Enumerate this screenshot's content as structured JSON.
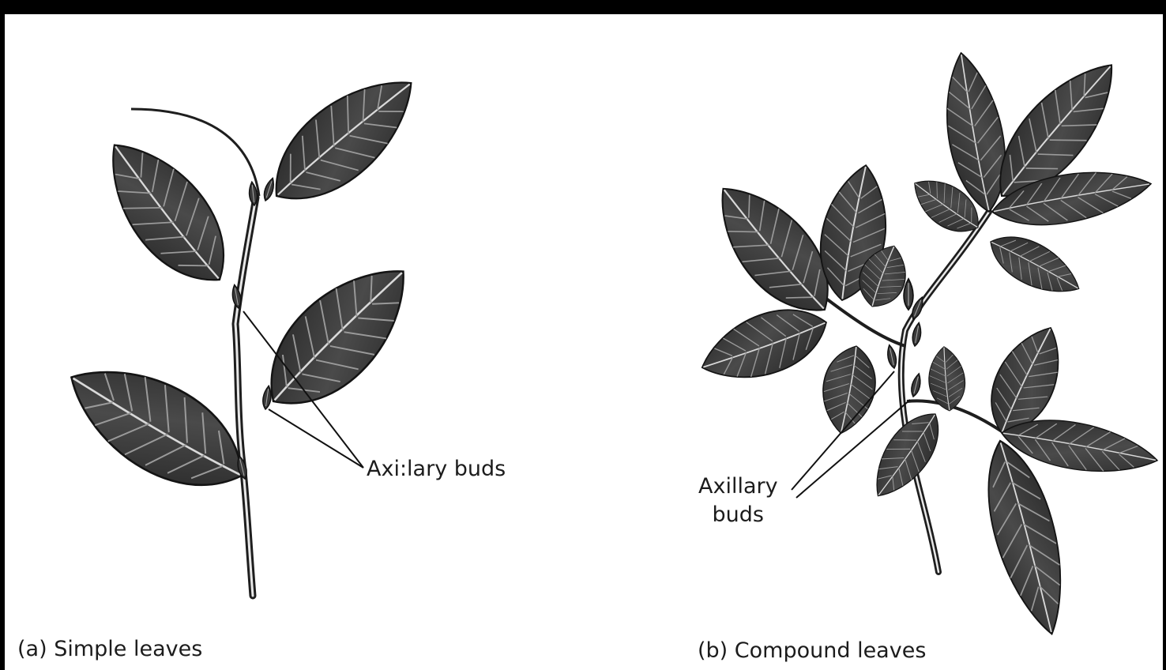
{
  "figure": {
    "panel_a": {
      "callout": "Axi:lary buds",
      "caption": "(a) Simple leaves"
    },
    "panel_b": {
      "callout_line1": "Axillary",
      "callout_line2": "buds",
      "caption": "(b) Compound leaves"
    }
  },
  "colors": {
    "frame": "#000000",
    "paper": "#ffffff",
    "ink": "#1c1c1c",
    "leaf_dark": "#2e2e2e",
    "leaf_light": "#bdbdbd"
  }
}
